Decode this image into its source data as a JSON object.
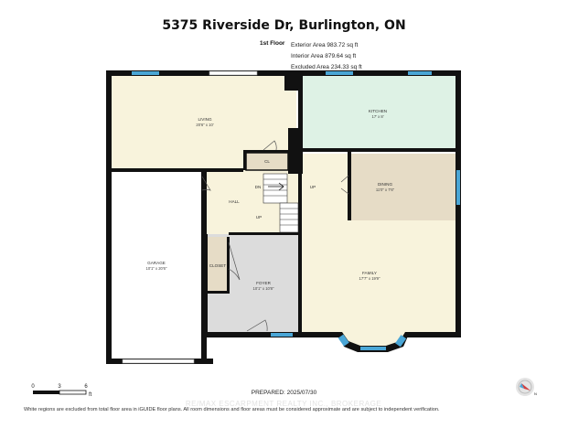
{
  "header": {
    "address": "5375 Riverside Dr, Burlington, ON",
    "floor": "1st Floor",
    "exterior_area": "Exterior Area 983.72 sq ft",
    "interior_area": "Interior Area 879.64 sq ft",
    "excluded_area": "Excluded Area 234.33 sq ft"
  },
  "rooms": {
    "living": {
      "name": "LIVING",
      "dims": "20'6\" x 10'"
    },
    "kitchen": {
      "name": "KITCHEN",
      "dims": "17' x 8'"
    },
    "dining": {
      "name": "DINING",
      "dims": "11'0\" x 7'6\""
    },
    "garage": {
      "name": "GARAGE",
      "dims": "10'1\" x 20'6\""
    },
    "foyer": {
      "name": "FOYER",
      "dims": "10'1\" x 10'8\""
    },
    "family": {
      "name": "FAMILY",
      "dims": "17'7\" x 19'9\""
    },
    "hall": {
      "name": "HALL"
    },
    "closet": {
      "name": "CLOSET"
    },
    "cl": {
      "name": "CL"
    }
  },
  "stairs": {
    "dn": "DN",
    "up_hall": "UP",
    "up_family": "UP"
  },
  "scale": {
    "labels": [
      "0",
      "3",
      "6"
    ],
    "unit": "ft"
  },
  "footer": {
    "prepared": "PREPARED: 2025/07/30",
    "watermark": "RE/MAX ESCARPMENT REALTY INC., BROKERAGE",
    "disclaimer": "White regions are excluded from total floor area in iGUIDE floor plans. All room dimensions and floor areas must be considered approximate and are subject to independent verification."
  },
  "colors": {
    "living": "#f8f3dc",
    "kitchen": "#def2e5",
    "dining": "#e6dcc6",
    "foyer": "#dcdcdc",
    "family": "#f8f3dc",
    "hall": "#f8f3dc",
    "closet": "#e6dcc6",
    "wall": "#111111",
    "window": "#4aa6d6"
  },
  "icons": {
    "compass": "compass-icon"
  }
}
